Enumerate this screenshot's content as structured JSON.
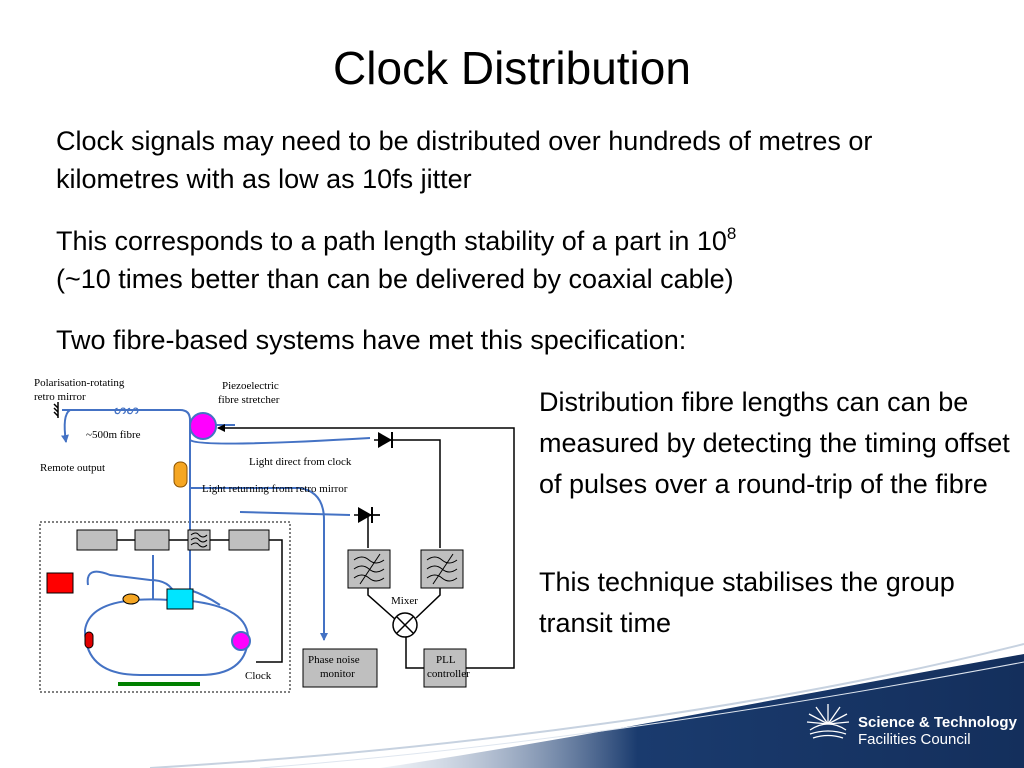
{
  "slide": {
    "title": "Clock Distribution",
    "p1": "Clock signals may need to be distributed over hundreds of metres or kilometres with as low as 10fs jitter",
    "p2_main": "This corresponds to a path length stability of a part in 10",
    "p2_sup": "8",
    "p2_rest": "(~10 times better than can be delivered by coaxial cable)",
    "p3": "Two fibre-based systems have met this specification:",
    "side1": "Distribution fibre lengths can can be measured by detecting the timing offset of pulses over a round-trip of the fibre",
    "side2": "This technique stabilises the group transit time"
  },
  "diagram": {
    "labels": {
      "retro_mirror_1": "Polarisation-rotating",
      "retro_mirror_2": "retro mirror",
      "stretcher_1": "Piezoelectric",
      "stretcher_2": "fibre stretcher",
      "fibre": "~500m fibre",
      "remote_output": "Remote output",
      "light_direct": "Light direct from clock",
      "light_returning": "Light returning from retro mirror",
      "mixer": "Mixer",
      "phase_noise_1": "Phase noise",
      "phase_noise_2": "monitor",
      "pll_1": "PLL",
      "pll_2": "controller",
      "clock": "Clock"
    },
    "colors": {
      "fibre": "#4472c4",
      "stretcher": "#ff00ff",
      "coupler": "#f5a623",
      "laser": "#ff0000",
      "splitter": "#00e5ff",
      "gain": "#008000",
      "box": "#bfbfbf"
    }
  },
  "footer": {
    "logo_line1": "Science & Technology",
    "logo_line2": "Facilities Council",
    "band_color": "#1a3b6e"
  }
}
